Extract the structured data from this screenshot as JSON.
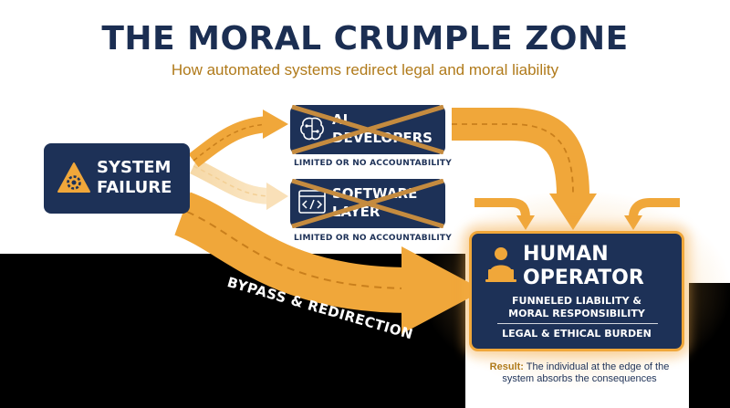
{
  "title": "THE MORAL CRUMPLE ZONE",
  "subtitle": "How automated systems redirect legal and moral liability",
  "system_failure": {
    "line1": "SYSTEM",
    "line2": "FAILURE",
    "icon": "warning-gear-icon"
  },
  "ai_developers": {
    "line1": "AI",
    "line2": "DEVELOPERS",
    "note": "LIMITED OR NO ACCOUNTABILITY",
    "icon": "brain-circuit-icon"
  },
  "software_layer": {
    "line1": "SOFTWARE",
    "line2": "LAYER",
    "note": "LIMITED OR NO ACCOUNTABILITY",
    "icon": "code-window-icon"
  },
  "human_operator": {
    "line1": "HUMAN",
    "line2": "OPERATOR",
    "detail1": "FUNNELED LIABILITY &",
    "detail2": "MORAL RESPONSIBILITY",
    "detail3": "LEGAL & ETHICAL BURDEN",
    "icon": "person-laptop-icon"
  },
  "bypass_label": "BYPASS & REDIRECTION",
  "result": {
    "label": "Result:",
    "text": "The individual at the edge of the system absorbs the consequences"
  },
  "colors": {
    "navy": "#1d3157",
    "orange": "#f0a73a",
    "gold_text": "#b07a1a",
    "black": "#000000"
  }
}
